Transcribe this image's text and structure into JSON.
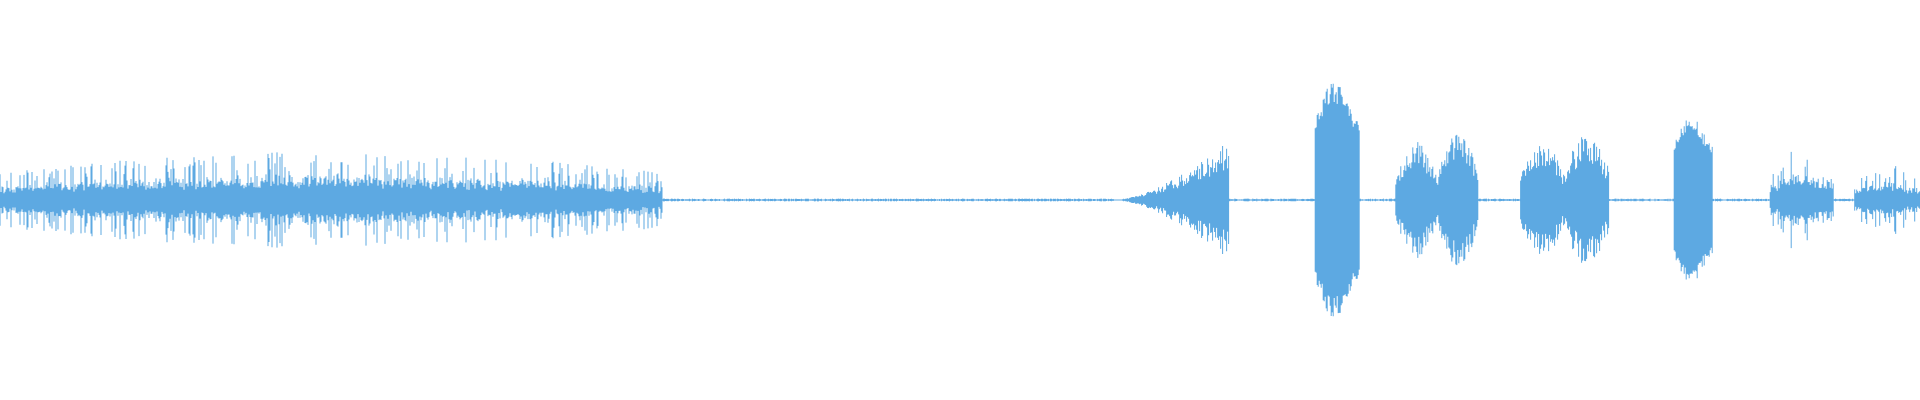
{
  "waveform": {
    "color": "#5DA9E2",
    "background": "#FFFFFF",
    "segments": [
      {
        "name": "burst-train",
        "start": 0.0,
        "end": 0.345,
        "peak": 0.42,
        "pattern": "dense-spikes"
      },
      {
        "name": "quiet-line",
        "start": 0.345,
        "end": 0.58,
        "peak": 0.012,
        "pattern": "noise"
      },
      {
        "name": "rise-burst",
        "start": 0.58,
        "end": 0.64,
        "peak": 0.5,
        "pattern": "rising-burst"
      },
      {
        "name": "quiet-gap-1",
        "start": 0.64,
        "end": 0.685,
        "peak": 0.012,
        "pattern": "noise"
      },
      {
        "name": "loud-burst",
        "start": 0.685,
        "end": 0.708,
        "peak": 1.0,
        "pattern": "solid-burst"
      },
      {
        "name": "quiet-gap-2",
        "start": 0.708,
        "end": 0.727,
        "peak": 0.012,
        "pattern": "noise"
      },
      {
        "name": "burst-pair-a",
        "start": 0.727,
        "end": 0.77,
        "peak": 0.58,
        "pattern": "double-burst"
      },
      {
        "name": "quiet-gap-3",
        "start": 0.77,
        "end": 0.792,
        "peak": 0.012,
        "pattern": "noise"
      },
      {
        "name": "burst-pair-b",
        "start": 0.792,
        "end": 0.838,
        "peak": 0.58,
        "pattern": "double-burst"
      },
      {
        "name": "quiet-gap-4",
        "start": 0.838,
        "end": 0.872,
        "peak": 0.012,
        "pattern": "noise"
      },
      {
        "name": "burst-spike",
        "start": 0.872,
        "end": 0.892,
        "peak": 0.7,
        "pattern": "solid-burst"
      },
      {
        "name": "quiet-gap-5",
        "start": 0.892,
        "end": 0.922,
        "peak": 0.012,
        "pattern": "noise"
      },
      {
        "name": "burst-c",
        "start": 0.922,
        "end": 0.955,
        "peak": 0.44,
        "pattern": "dense-spikes"
      },
      {
        "name": "quiet-gap-6",
        "start": 0.955,
        "end": 0.966,
        "peak": 0.012,
        "pattern": "noise"
      },
      {
        "name": "tail-bursts",
        "start": 0.966,
        "end": 1.0,
        "peak": 0.3,
        "pattern": "dense-spikes"
      }
    ]
  }
}
